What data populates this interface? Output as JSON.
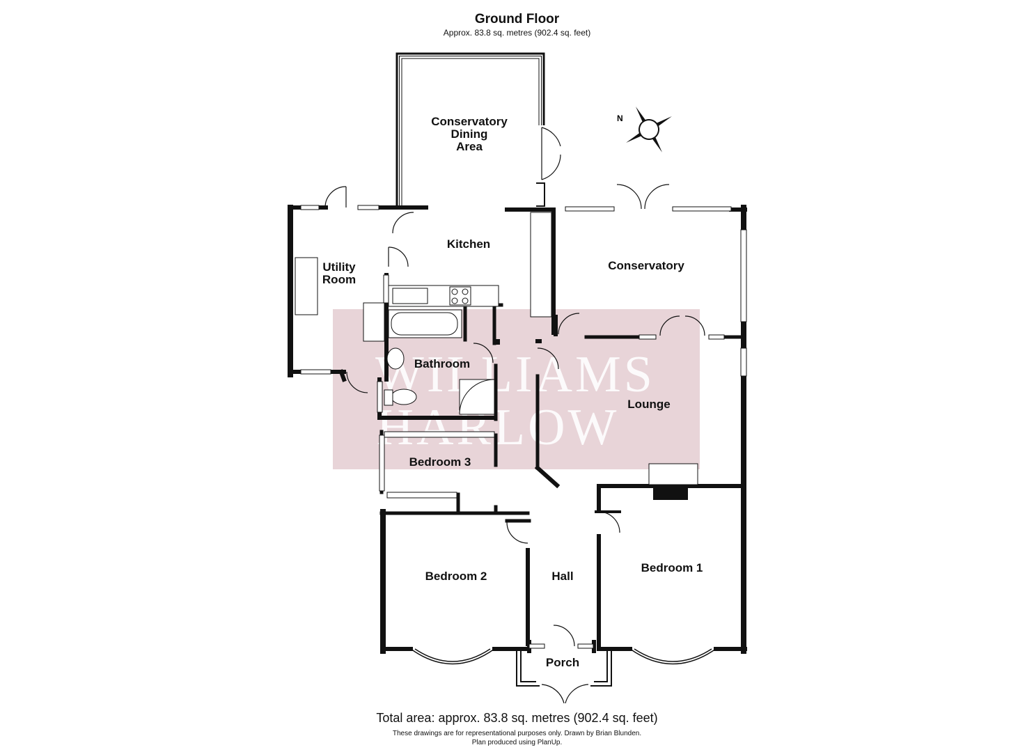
{
  "header": {
    "title": "Ground Floor",
    "subtitle": "Approx. 83.8 sq. metres (902.4 sq. feet)"
  },
  "rooms": {
    "conservatory_dining": [
      "Conservatory",
      "Dining",
      "Area"
    ],
    "kitchen": "Kitchen",
    "utility": [
      "Utility",
      "Room"
    ],
    "conservatory": "Conservatory",
    "bathroom": "Bathroom",
    "lounge": "Lounge",
    "bedroom3": "Bedroom 3",
    "bedroom2": "Bedroom 2",
    "hall": "Hall",
    "bedroom1": "Bedroom 1",
    "porch": "Porch"
  },
  "watermark": {
    "line1": "WILLIAMS",
    "line2": "HARLOW",
    "color": "#e8d4d8"
  },
  "compass": {
    "north_label": "N"
  },
  "footer": {
    "total": "Total area: approx. 83.8 sq. metres (902.4 sq. feet)",
    "disclaimer": "These drawings are for representational purposes only. Drawn by Brian Blunden.",
    "produced": "Plan produced using PlanUp."
  },
  "colors": {
    "wall": "#111111",
    "background": "#ffffff"
  }
}
